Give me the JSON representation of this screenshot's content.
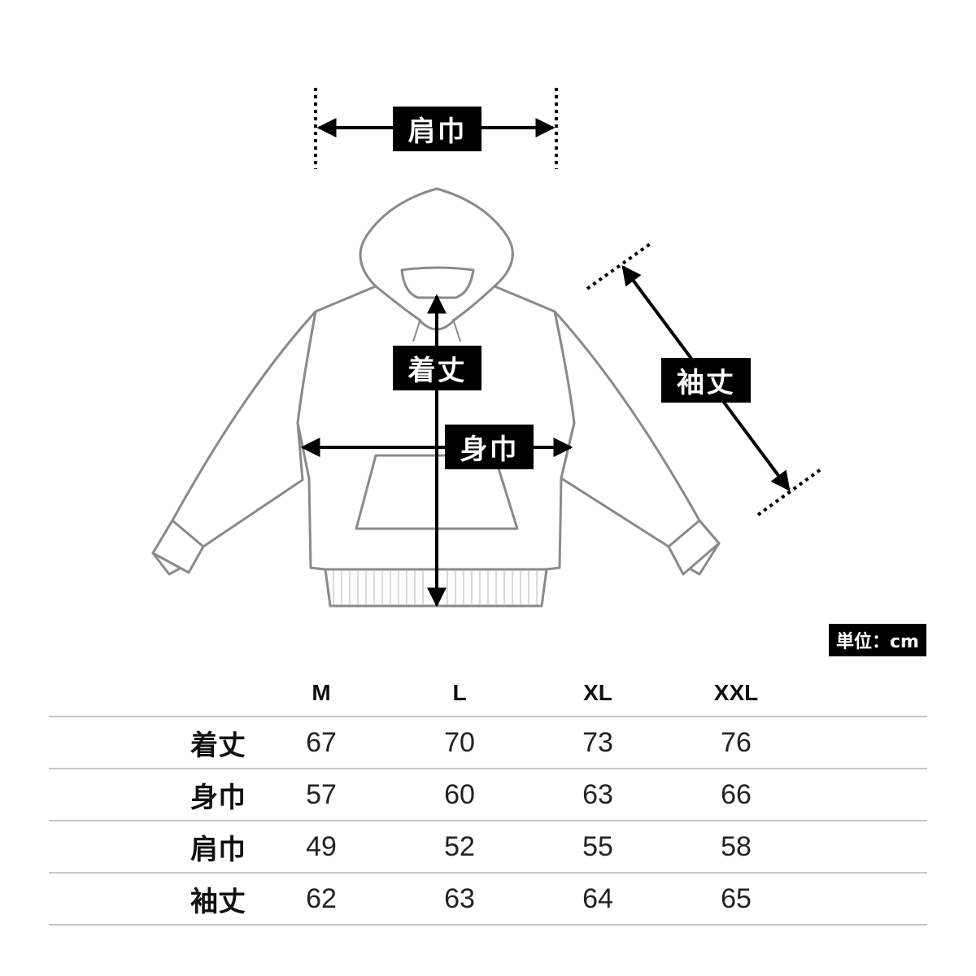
{
  "diagram": {
    "labels": {
      "shoulder": "肩巾",
      "length": "着丈",
      "chest": "身巾",
      "sleeve": "袖丈"
    },
    "unit": "単位：cm"
  },
  "table": {
    "headers": [
      "M",
      "L",
      "XL",
      "XXL"
    ],
    "rows": [
      {
        "label": "着丈",
        "values": [
          "67",
          "70",
          "73",
          "76"
        ]
      },
      {
        "label": "身巾",
        "values": [
          "57",
          "60",
          "63",
          "66"
        ]
      },
      {
        "label": "肩巾",
        "values": [
          "49",
          "52",
          "55",
          "58"
        ]
      },
      {
        "label": "袖丈",
        "values": [
          "62",
          "63",
          "64",
          "65"
        ]
      }
    ]
  }
}
